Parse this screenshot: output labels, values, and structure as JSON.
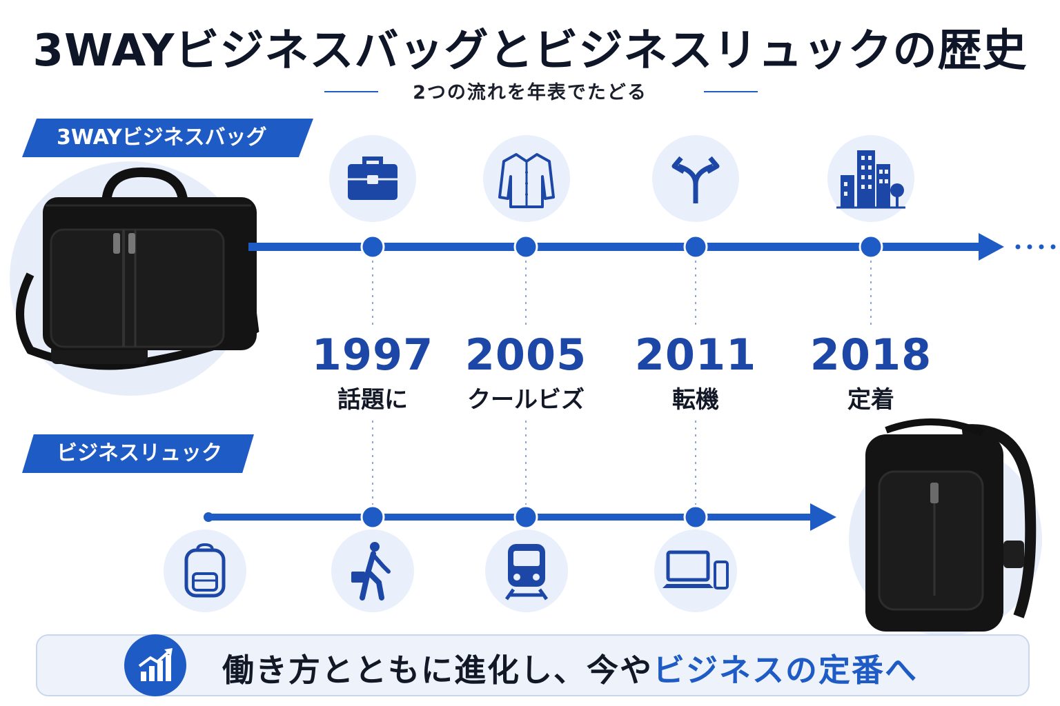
{
  "title": "3WAYビジネスバッグとビジネスリュックの歴史",
  "subtitle": "2つの流れを年表でたどる",
  "colors": {
    "accent": "#1f5bc4",
    "dark": "#0e1628",
    "light_bg": "#e9f0fb"
  },
  "tracks": {
    "bag": {
      "label": "3WAYビジネスバッグ",
      "image": "black-3way-briefcase"
    },
    "rucksack": {
      "label": "ビジネスリュック",
      "image": "black-business-backpack"
    }
  },
  "milestones": [
    {
      "year": "1997",
      "caption": "話題に",
      "top_icon": "briefcase-icon",
      "bottom_icon": "walking-person-icon"
    },
    {
      "year": "2005",
      "caption": "クールビズ",
      "top_icon": "shirt-icon",
      "bottom_icon": "train-icon"
    },
    {
      "year": "2011",
      "caption": "転機",
      "top_icon": "split-arrow-icon",
      "bottom_icon": "laptop-phone-icon"
    },
    {
      "year": "2018",
      "caption": "定着",
      "top_icon": "buildings-icon"
    }
  ],
  "bottom_start_icon": "backpack-icon",
  "banner": {
    "icon": "growth-chart-icon",
    "text_main": "働き方とともに進化し、今や",
    "text_accent": "ビジネスの定番へ"
  }
}
